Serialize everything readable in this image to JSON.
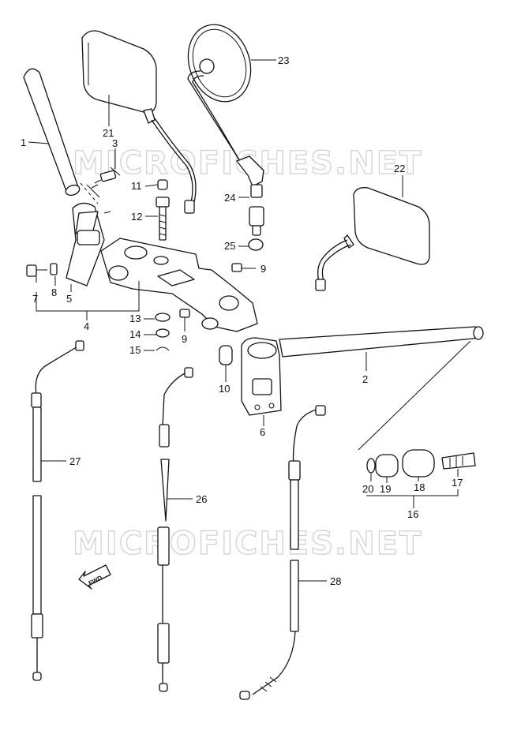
{
  "watermark": "MICROFICHES.NET",
  "fwd": "FWD",
  "parts": [
    {
      "id": "p1",
      "num": "1"
    },
    {
      "id": "p2",
      "num": "2"
    },
    {
      "id": "p3",
      "num": "3"
    },
    {
      "id": "p4",
      "num": "4"
    },
    {
      "id": "p5",
      "num": "5"
    },
    {
      "id": "p6",
      "num": "6"
    },
    {
      "id": "p7",
      "num": "7"
    },
    {
      "id": "p8",
      "num": "8"
    },
    {
      "id": "p9a",
      "num": "9"
    },
    {
      "id": "p9b",
      "num": "9"
    },
    {
      "id": "p10",
      "num": "10"
    },
    {
      "id": "p11",
      "num": "11"
    },
    {
      "id": "p12",
      "num": "12"
    },
    {
      "id": "p13",
      "num": "13"
    },
    {
      "id": "p14",
      "num": "14"
    },
    {
      "id": "p15",
      "num": "15"
    },
    {
      "id": "p16",
      "num": "16"
    },
    {
      "id": "p17",
      "num": "17"
    },
    {
      "id": "p18",
      "num": "18"
    },
    {
      "id": "p19",
      "num": "19"
    },
    {
      "id": "p20",
      "num": "20"
    },
    {
      "id": "p21",
      "num": "21"
    },
    {
      "id": "p22",
      "num": "22"
    },
    {
      "id": "p23",
      "num": "23"
    },
    {
      "id": "p24",
      "num": "24"
    },
    {
      "id": "p25",
      "num": "25"
    },
    {
      "id": "p26",
      "num": "26"
    },
    {
      "id": "p27",
      "num": "27"
    },
    {
      "id": "p28",
      "num": "28"
    }
  ]
}
